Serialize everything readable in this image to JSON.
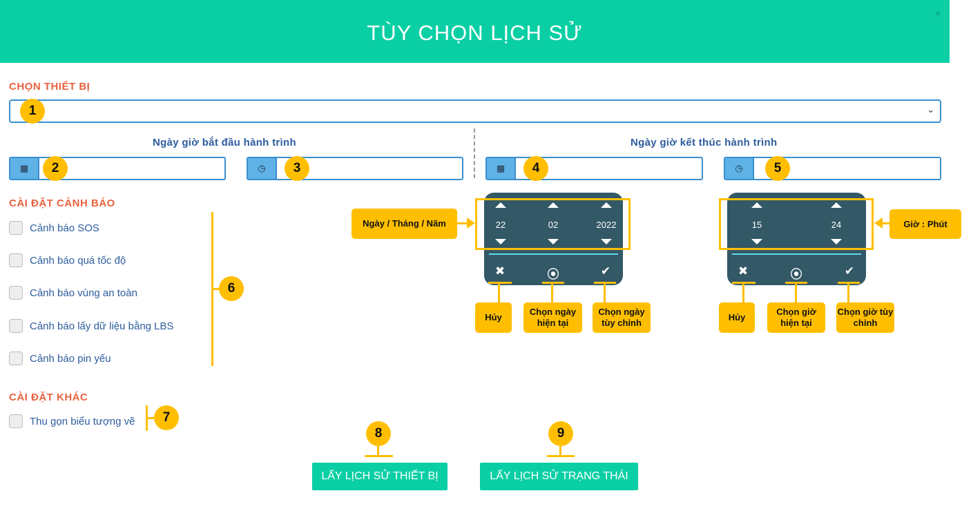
{
  "header": {
    "title": "TÙY CHỌN LỊCH SỬ",
    "close": "×"
  },
  "device": {
    "section_title": "CHỌN THIẾT BỊ",
    "chevron": "⌄"
  },
  "start": {
    "title": "Ngày giờ bắt đầu hành trình"
  },
  "end": {
    "title": "Ngày giờ kết thúc hành trình"
  },
  "warning": {
    "title": "CÀI ĐẶT CẢNH BÁO",
    "items": [
      {
        "label": "Cảnh báo SOS"
      },
      {
        "label": "Cảnh báo quá tốc độ"
      },
      {
        "label": "Cảnh báo vùng an toàn"
      },
      {
        "label": "Cảnh báo lấy dữ liệu bằng LBS"
      },
      {
        "label": "Cảnh báo pin yếu"
      }
    ]
  },
  "other": {
    "title": "CÀI ĐẶT KHÁC",
    "items": [
      {
        "label": "Thu gọn biểu tượng vẽ"
      }
    ]
  },
  "badges": [
    "1",
    "2",
    "3",
    "4",
    "5",
    "6",
    "7",
    "8",
    "9"
  ],
  "date_picker": {
    "day": "22",
    "month": "02",
    "year": "2022"
  },
  "time_picker": {
    "hour": "15",
    "minute": "24"
  },
  "icons": {
    "calendar": "▦",
    "clock": "◷",
    "cancel": "✖",
    "now": "⦿",
    "confirm": "✔"
  },
  "callouts": {
    "date_format": "Ngày / Tháng / Năm",
    "time_format": "Giờ : Phút",
    "cancel": "Hủy",
    "today": "Chọn ngày hiện tại",
    "custom_date": "Chọn ngày tùy chỉnh",
    "now_time": "Chọn giờ hiện tại",
    "custom_time": "Chọn giờ tùy chỉnh"
  },
  "buttons": {
    "device_history": "LẤY LỊCH SỬ THIẾT BỊ",
    "status_history": "LẤY LỊCH SỬ TRẠNG THÁI"
  },
  "colors": {
    "accent": "#0bcfa4",
    "annotation": "#ffbf00",
    "section": "#e8623f",
    "label": "#2d5c9e",
    "picker": "#335866"
  }
}
